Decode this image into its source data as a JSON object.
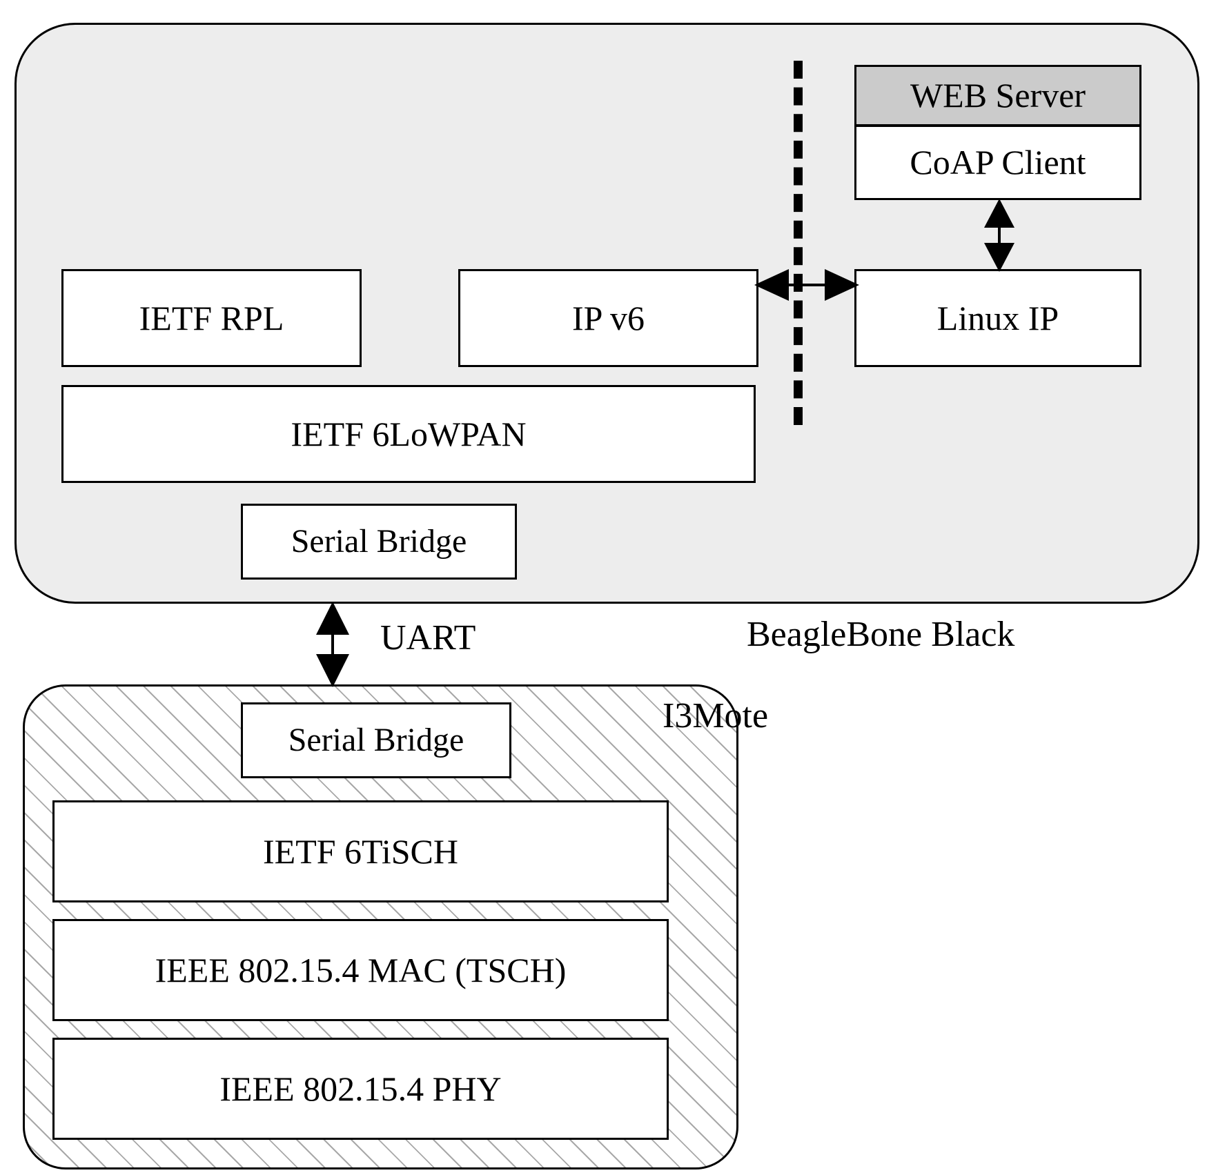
{
  "diagram": {
    "title": "BeagleBone Black / I3Mote IoT protocol stack",
    "colors": {
      "panel_background": "#ededed",
      "shaded_box": "#cbcbcb",
      "box_background": "#ffffff",
      "stroke": "#000000",
      "hatch": "#a8a8a8"
    }
  },
  "beaglebone_panel": {
    "label": "BeagleBone Black",
    "boxes": {
      "web_server": "WEB Server",
      "coap_client": "CoAP Client",
      "ietf_rpl": "IETF RPL",
      "ip_v6": "IP v6",
      "linux_ip": "Linux IP",
      "ietf_6lowpan": "IETF 6LoWPAN",
      "serial_bridge": "Serial Bridge"
    }
  },
  "mote_panel": {
    "label": "I3Mote",
    "boxes": {
      "serial_bridge": "Serial Bridge",
      "ietf_6tisch": "IETF 6TiSCH",
      "ieee_mac": "IEEE 802.15.4 MAC (TSCH)",
      "ieee_phy": "IEEE 802.15.4 PHY"
    }
  },
  "connectors": {
    "uart": "UART",
    "coap_to_linux_ip": "",
    "ipv6_to_linux_ip": ""
  }
}
